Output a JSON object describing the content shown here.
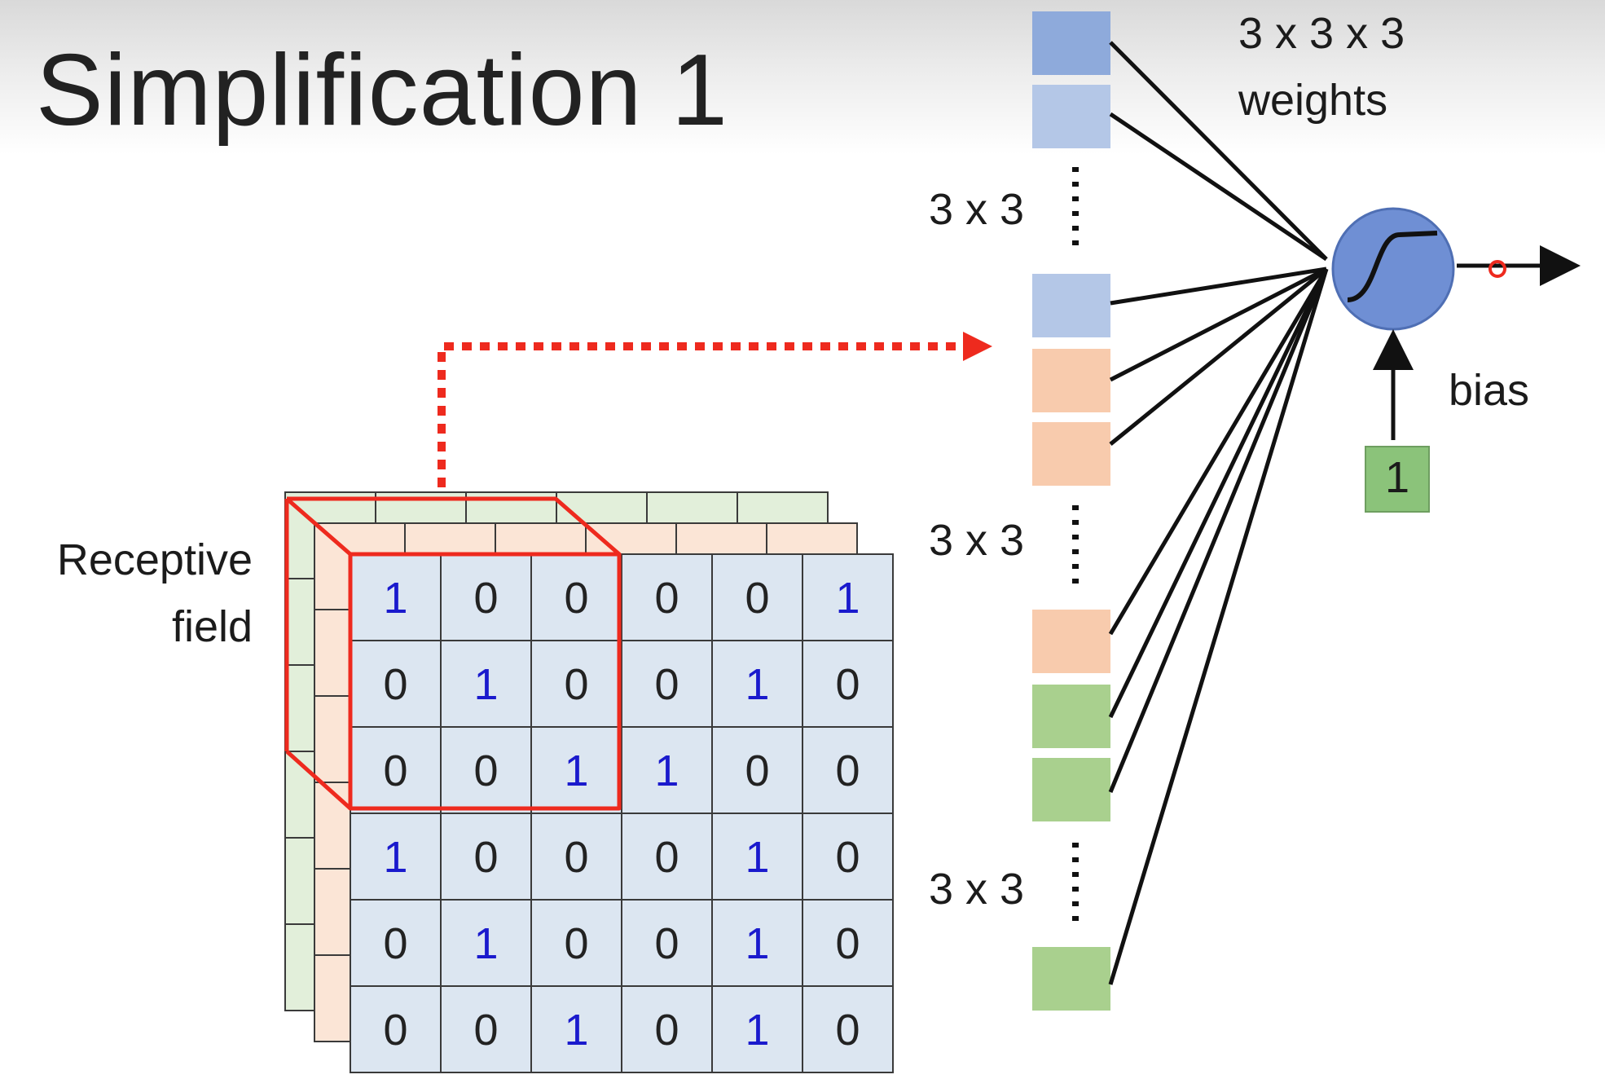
{
  "title": "Simplification 1",
  "receptive_field_label_line1": "Receptive",
  "receptive_field_label_line2": "field",
  "weights_label_line1": "3 x 3 x 3",
  "weights_label_line2": "weights",
  "group_labels": [
    "3 x 3",
    "3 x 3",
    "3 x 3"
  ],
  "bias_label": "bias",
  "bias_input_value": "1",
  "image_matrix": [
    [
      1,
      0,
      0,
      0,
      0,
      1
    ],
    [
      0,
      1,
      0,
      0,
      1,
      0
    ],
    [
      0,
      0,
      1,
      1,
      0,
      0
    ],
    [
      1,
      0,
      0,
      0,
      1,
      0
    ],
    [
      0,
      1,
      0,
      0,
      1,
      0
    ],
    [
      0,
      0,
      1,
      0,
      1,
      0
    ]
  ],
  "colors": {
    "channel_front": "#dce6f1",
    "channel_middle": "#fbe5d6",
    "channel_back": "#e2efda",
    "weight_blue": "#8eaadb",
    "weight_orange": "#f8cbad",
    "weight_green": "#a9d08e",
    "receptive_field_outline": "#ee2a1e",
    "one_digit": "#1a1acd",
    "zero_digit": "#222222",
    "neuron_fill": "#6f8fd4",
    "bias_box": "#8bc37a"
  }
}
